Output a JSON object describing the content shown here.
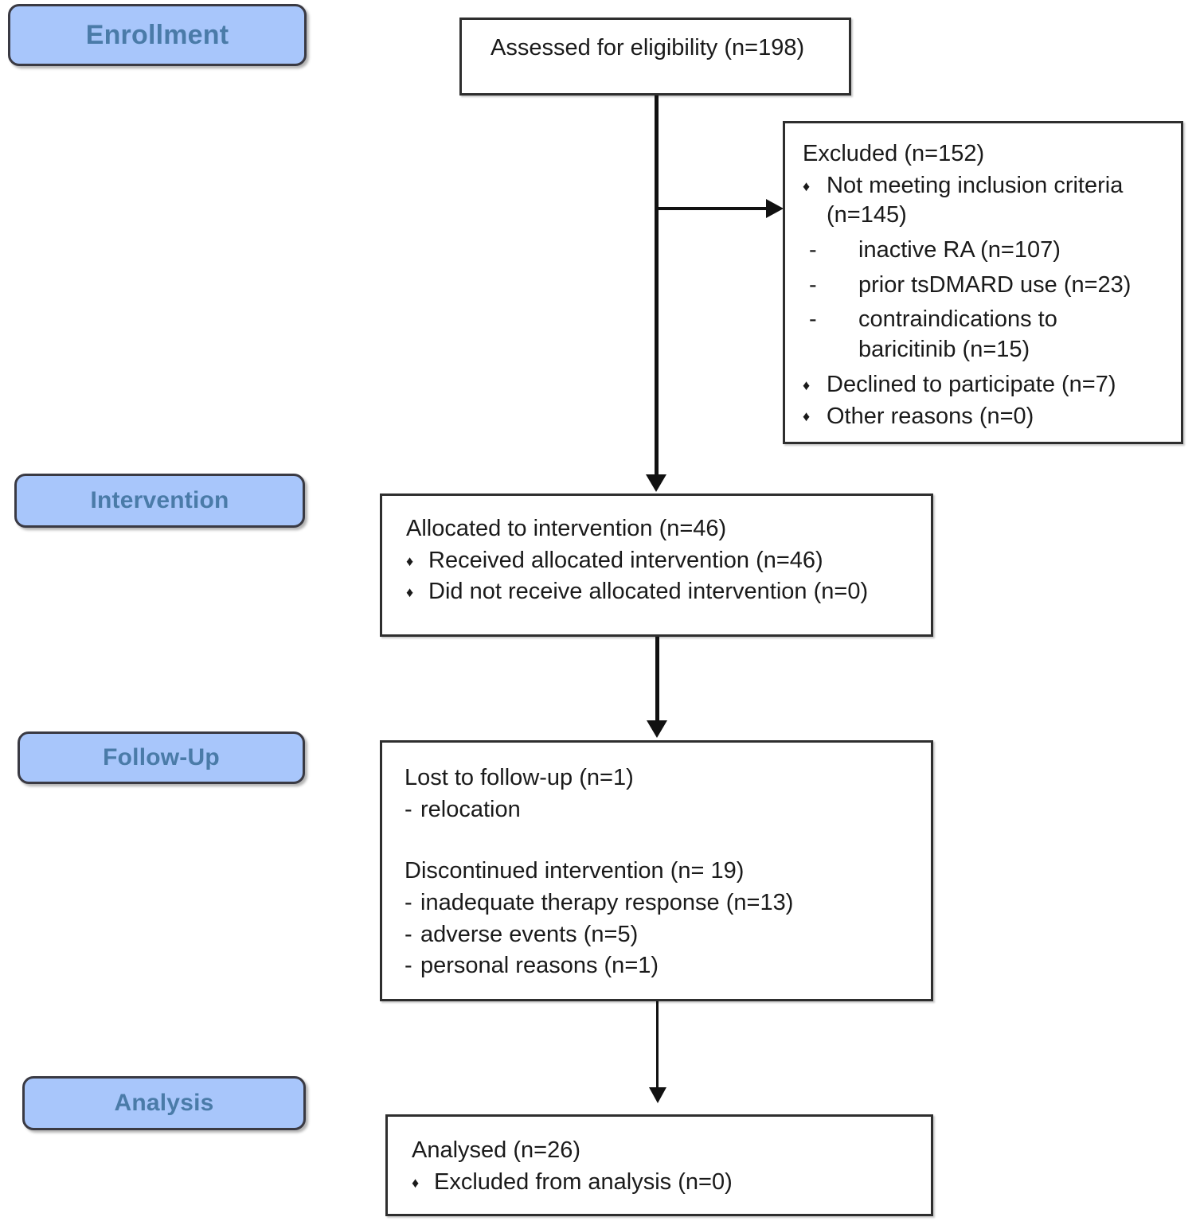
{
  "diagram": {
    "title": "CONSORT participant flow diagram",
    "colors": {
      "stage_fill": "#a8c6fb",
      "stage_border": "#3a3a43",
      "stage_text": "#4a7ba8",
      "box_border": "#2e2e2e",
      "box_fill": "#ffffff",
      "connector": "#111111",
      "body_text": "#1a1a1a"
    }
  },
  "stages": {
    "enrollment": {
      "label": "Enrollment"
    },
    "intervention": {
      "label": "Intervention"
    },
    "followup": {
      "label": "Follow-Up"
    },
    "analysis": {
      "label": "Analysis"
    }
  },
  "boxes": {
    "assessed": {
      "heading": "Assessed for eligibility (n=198)"
    },
    "excluded": {
      "heading": "Excluded (n=152)",
      "bullets": [
        {
          "marker": "♦",
          "text": "Not meeting inclusion criteria (n=145)"
        },
        {
          "marker": "♦",
          "text": "Declined to participate (n=7)"
        },
        {
          "marker": "♦",
          "text": "Other reasons (n=0)"
        }
      ],
      "sub_reasons": [
        {
          "marker": "-",
          "text": "inactive RA (n=107)"
        },
        {
          "marker": "-",
          "text": "prior tsDMARD use (n=23)"
        },
        {
          "marker": "-",
          "text": "contraindications to baricitinib (n=15)"
        }
      ]
    },
    "allocated": {
      "heading": "Allocated to intervention (n=46)",
      "bullets": [
        {
          "marker": "♦",
          "text": "Received allocated intervention (n=46)"
        },
        {
          "marker": "♦",
          "text": "Did not receive allocated intervention (n=0)"
        }
      ]
    },
    "followup": {
      "lost_heading": "Lost to follow-up (n=1)",
      "lost_reasons": [
        {
          "marker": "-",
          "text": "relocation"
        }
      ],
      "disc_heading": "Discontinued intervention (n= 19)",
      "disc_reasons": [
        {
          "marker": "-",
          "text": "inadequate therapy response (n=13)"
        },
        {
          "marker": "-",
          "text": "adverse events (n=5)"
        },
        {
          "marker": "-",
          "text": "personal reasons (n=1)"
        }
      ]
    },
    "analysed": {
      "heading": "Analysed (n=26)",
      "bullets": [
        {
          "marker": "♦",
          "text": "Excluded from analysis (n=0)"
        }
      ]
    }
  },
  "connectors": {
    "assessed_to_excluded": {
      "icon": "arrow-right-icon"
    },
    "assessed_to_allocated": {
      "icon": "arrow-down-icon"
    },
    "allocated_to_followup": {
      "icon": "arrow-down-icon"
    },
    "followup_to_analysed": {
      "icon": "arrow-down-icon"
    }
  },
  "chart_data": {
    "type": "diagram",
    "title": "CONSORT flow diagram",
    "nodes": [
      {
        "id": "assessed",
        "stage": "Enrollment",
        "label": "Assessed for eligibility",
        "n": 198
      },
      {
        "id": "excluded",
        "stage": "Enrollment",
        "label": "Excluded",
        "n": 152
      },
      {
        "id": "not_meeting",
        "stage": "Enrollment",
        "label": "Not meeting inclusion criteria",
        "n": 145
      },
      {
        "id": "inactive_ra",
        "stage": "Enrollment",
        "label": "inactive RA",
        "n": 107
      },
      {
        "id": "prior_tsdmard",
        "stage": "Enrollment",
        "label": "prior tsDMARD use",
        "n": 23
      },
      {
        "id": "contraindications",
        "stage": "Enrollment",
        "label": "contraindications to baricitinib",
        "n": 15
      },
      {
        "id": "declined",
        "stage": "Enrollment",
        "label": "Declined to participate",
        "n": 7
      },
      {
        "id": "other_reasons",
        "stage": "Enrollment",
        "label": "Other reasons",
        "n": 0
      },
      {
        "id": "allocated",
        "stage": "Intervention",
        "label": "Allocated to intervention",
        "n": 46
      },
      {
        "id": "received",
        "stage": "Intervention",
        "label": "Received allocated intervention",
        "n": 46
      },
      {
        "id": "not_received",
        "stage": "Intervention",
        "label": "Did not receive allocated intervention",
        "n": 0
      },
      {
        "id": "lost",
        "stage": "Follow-Up",
        "label": "Lost to follow-up",
        "n": 1
      },
      {
        "id": "relocation",
        "stage": "Follow-Up",
        "label": "relocation",
        "n": null
      },
      {
        "id": "discontinued",
        "stage": "Follow-Up",
        "label": "Discontinued intervention",
        "n": 19
      },
      {
        "id": "inadequate",
        "stage": "Follow-Up",
        "label": "inadequate therapy response",
        "n": 13
      },
      {
        "id": "adverse",
        "stage": "Follow-Up",
        "label": "adverse events",
        "n": 5
      },
      {
        "id": "personal",
        "stage": "Follow-Up",
        "label": "personal reasons",
        "n": 1
      },
      {
        "id": "analysed",
        "stage": "Analysis",
        "label": "Analysed",
        "n": 26
      },
      {
        "id": "excluded_analysis",
        "stage": "Analysis",
        "label": "Excluded from analysis",
        "n": 0
      }
    ],
    "edges": [
      {
        "from": "assessed",
        "to": "excluded"
      },
      {
        "from": "assessed",
        "to": "allocated"
      },
      {
        "from": "allocated",
        "to": "lost"
      },
      {
        "from": "lost",
        "to": "analysed"
      }
    ]
  }
}
